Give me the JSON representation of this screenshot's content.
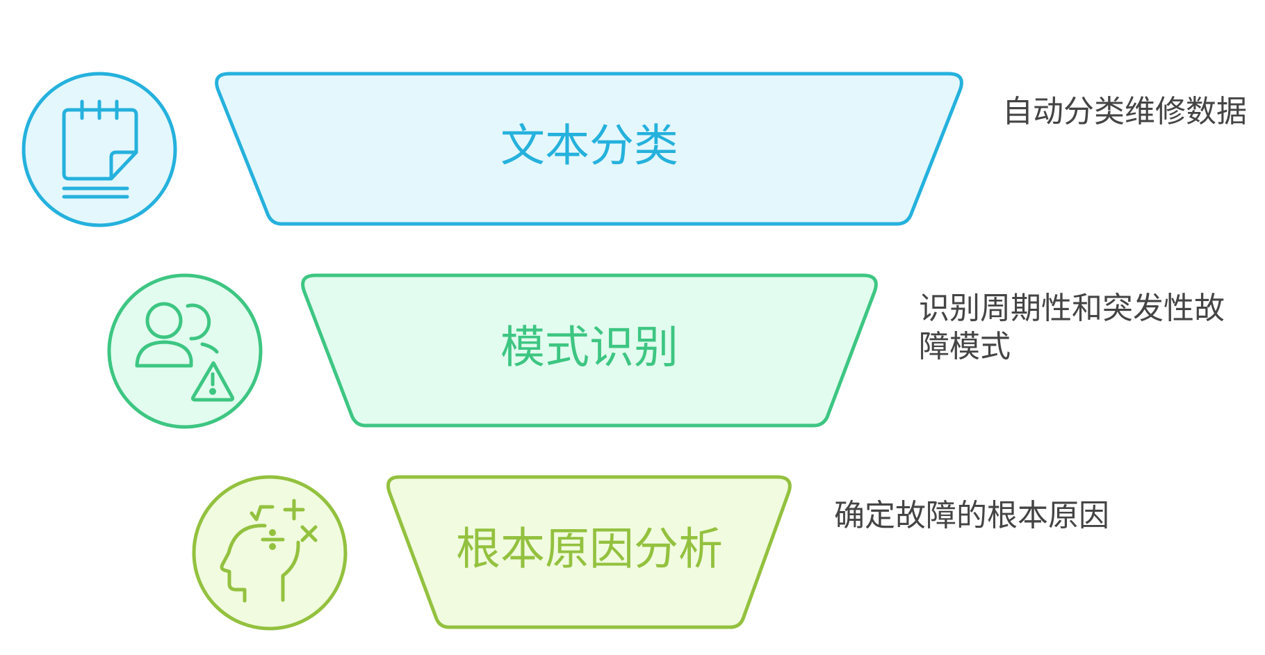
{
  "stages": [
    {
      "label": "文本分类",
      "description_lines": [
        "自动分类维修数据"
      ],
      "icon": "notepad-icon",
      "stroke_color": "#25b1dd",
      "fill_color": "#e4f7fd"
    },
    {
      "label": "模式识别",
      "description_lines": [
        "识别周期性和突发性故",
        "障模式"
      ],
      "icon": "people-warning-icon",
      "stroke_color": "#3dc682",
      "fill_color": "#e2fcef"
    },
    {
      "label": "根本原因分析",
      "description_lines": [
        "确定故障的根本原因"
      ],
      "icon": "head-math-icon",
      "stroke_color": "#93c13f",
      "fill_color": "#f1fbdf"
    }
  ]
}
